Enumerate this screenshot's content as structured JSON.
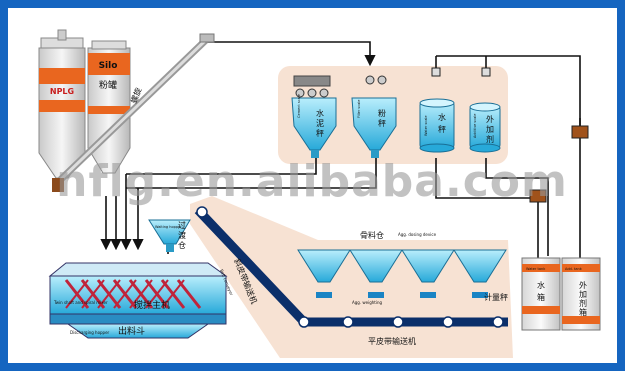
{
  "silo": {
    "brand": "NPLG",
    "label": "Silo",
    "powder_tank": "粉罐"
  },
  "screw": {
    "label": "螺旋"
  },
  "scales": {
    "cement": {
      "en": "Cement scale",
      "zh1": "水",
      "zh2": "泥",
      "zh3": "秤"
    },
    "filler": {
      "en": "Filler scale",
      "zh1": "粉",
      "zh2": "秤"
    },
    "water": {
      "en": "Water scale",
      "zh1": "水",
      "zh2": "秤"
    },
    "additive": {
      "en": "Additive scale",
      "zh1": "外",
      "zh2": "加",
      "zh3": "剂"
    }
  },
  "watermark": "nflg.en.alibaba.com",
  "transition_bin": {
    "en": "Waiting hopper",
    "zh1": "过",
    "zh2": "渡",
    "zh3": "仓"
  },
  "mixer": {
    "en": "Twin shaft and spiral mixer",
    "zh": "搅拌主机",
    "hopper_en": "Discharging hopper",
    "hopper_zh": "出料斗"
  },
  "incline_belt": {
    "zh": "斜皮带输送机",
    "en": "Belt conveyer"
  },
  "aggregate": {
    "zh": "骨料仓",
    "en": "Agg. dosing device",
    "weigh_en": "Agg. weighting",
    "weigh_zh": "计量秤"
  },
  "flat_belt": {
    "zh": "平皮带输送机"
  },
  "tanks": {
    "water": {
      "en": "Water tank",
      "zh1": "水",
      "zh2": "箱"
    },
    "additive": {
      "en": "Add. tank",
      "zh1": "外",
      "zh2": "加",
      "zh3": "剂",
      "zh4": "箱"
    }
  }
}
